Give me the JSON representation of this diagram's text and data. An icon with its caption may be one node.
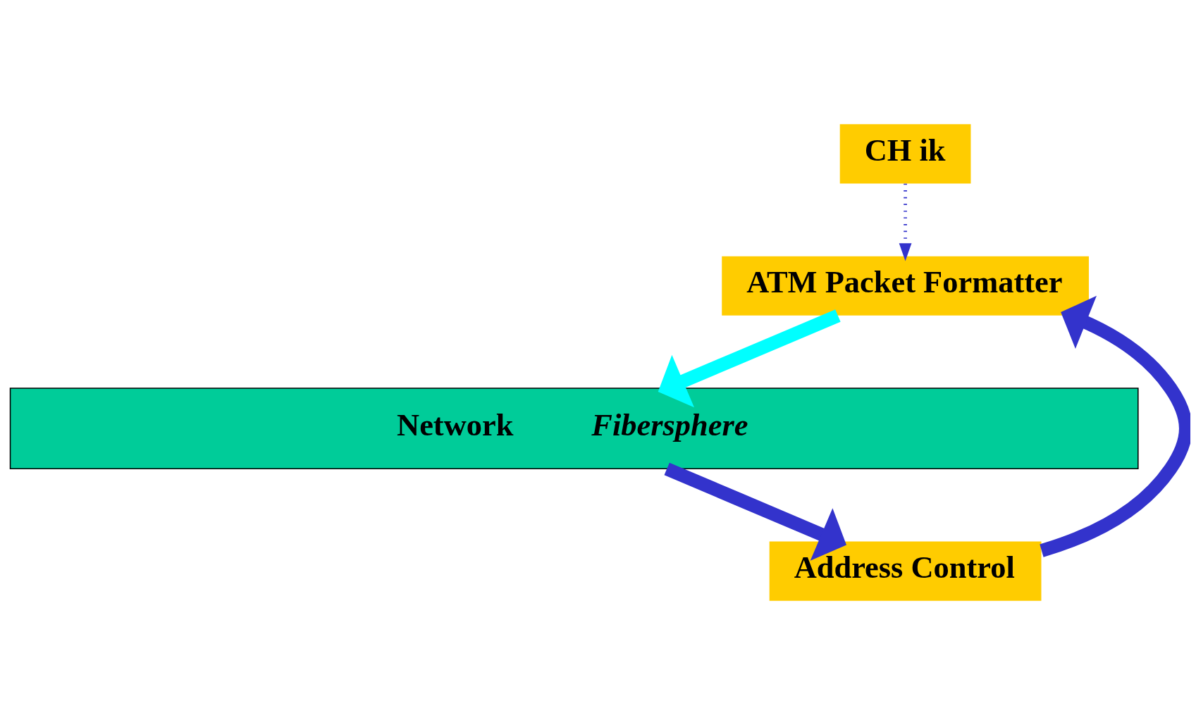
{
  "diagram": {
    "nodes": [
      {
        "text": [
          "CH ik"
        ]
      },
      {
        "text": [
          "ATM Packet Formatter"
        ]
      },
      {
        "text": [
          "Address Control"
        ]
      },
      {
        "text": [
          "Network",
          "Fibersphere"
        ]
      }
    ],
    "edges": [
      {
        "from": 0,
        "to": 1,
        "arrow": "to",
        "style": "dashed"
      },
      {
        "from": 1,
        "to": 3,
        "arrow": "to",
        "color": "#00ffff"
      },
      {
        "from": 3,
        "to": 2,
        "arrow": "to"
      },
      {
        "from": 2,
        "to": 1,
        "arrow": "to"
      }
    ]
  }
}
